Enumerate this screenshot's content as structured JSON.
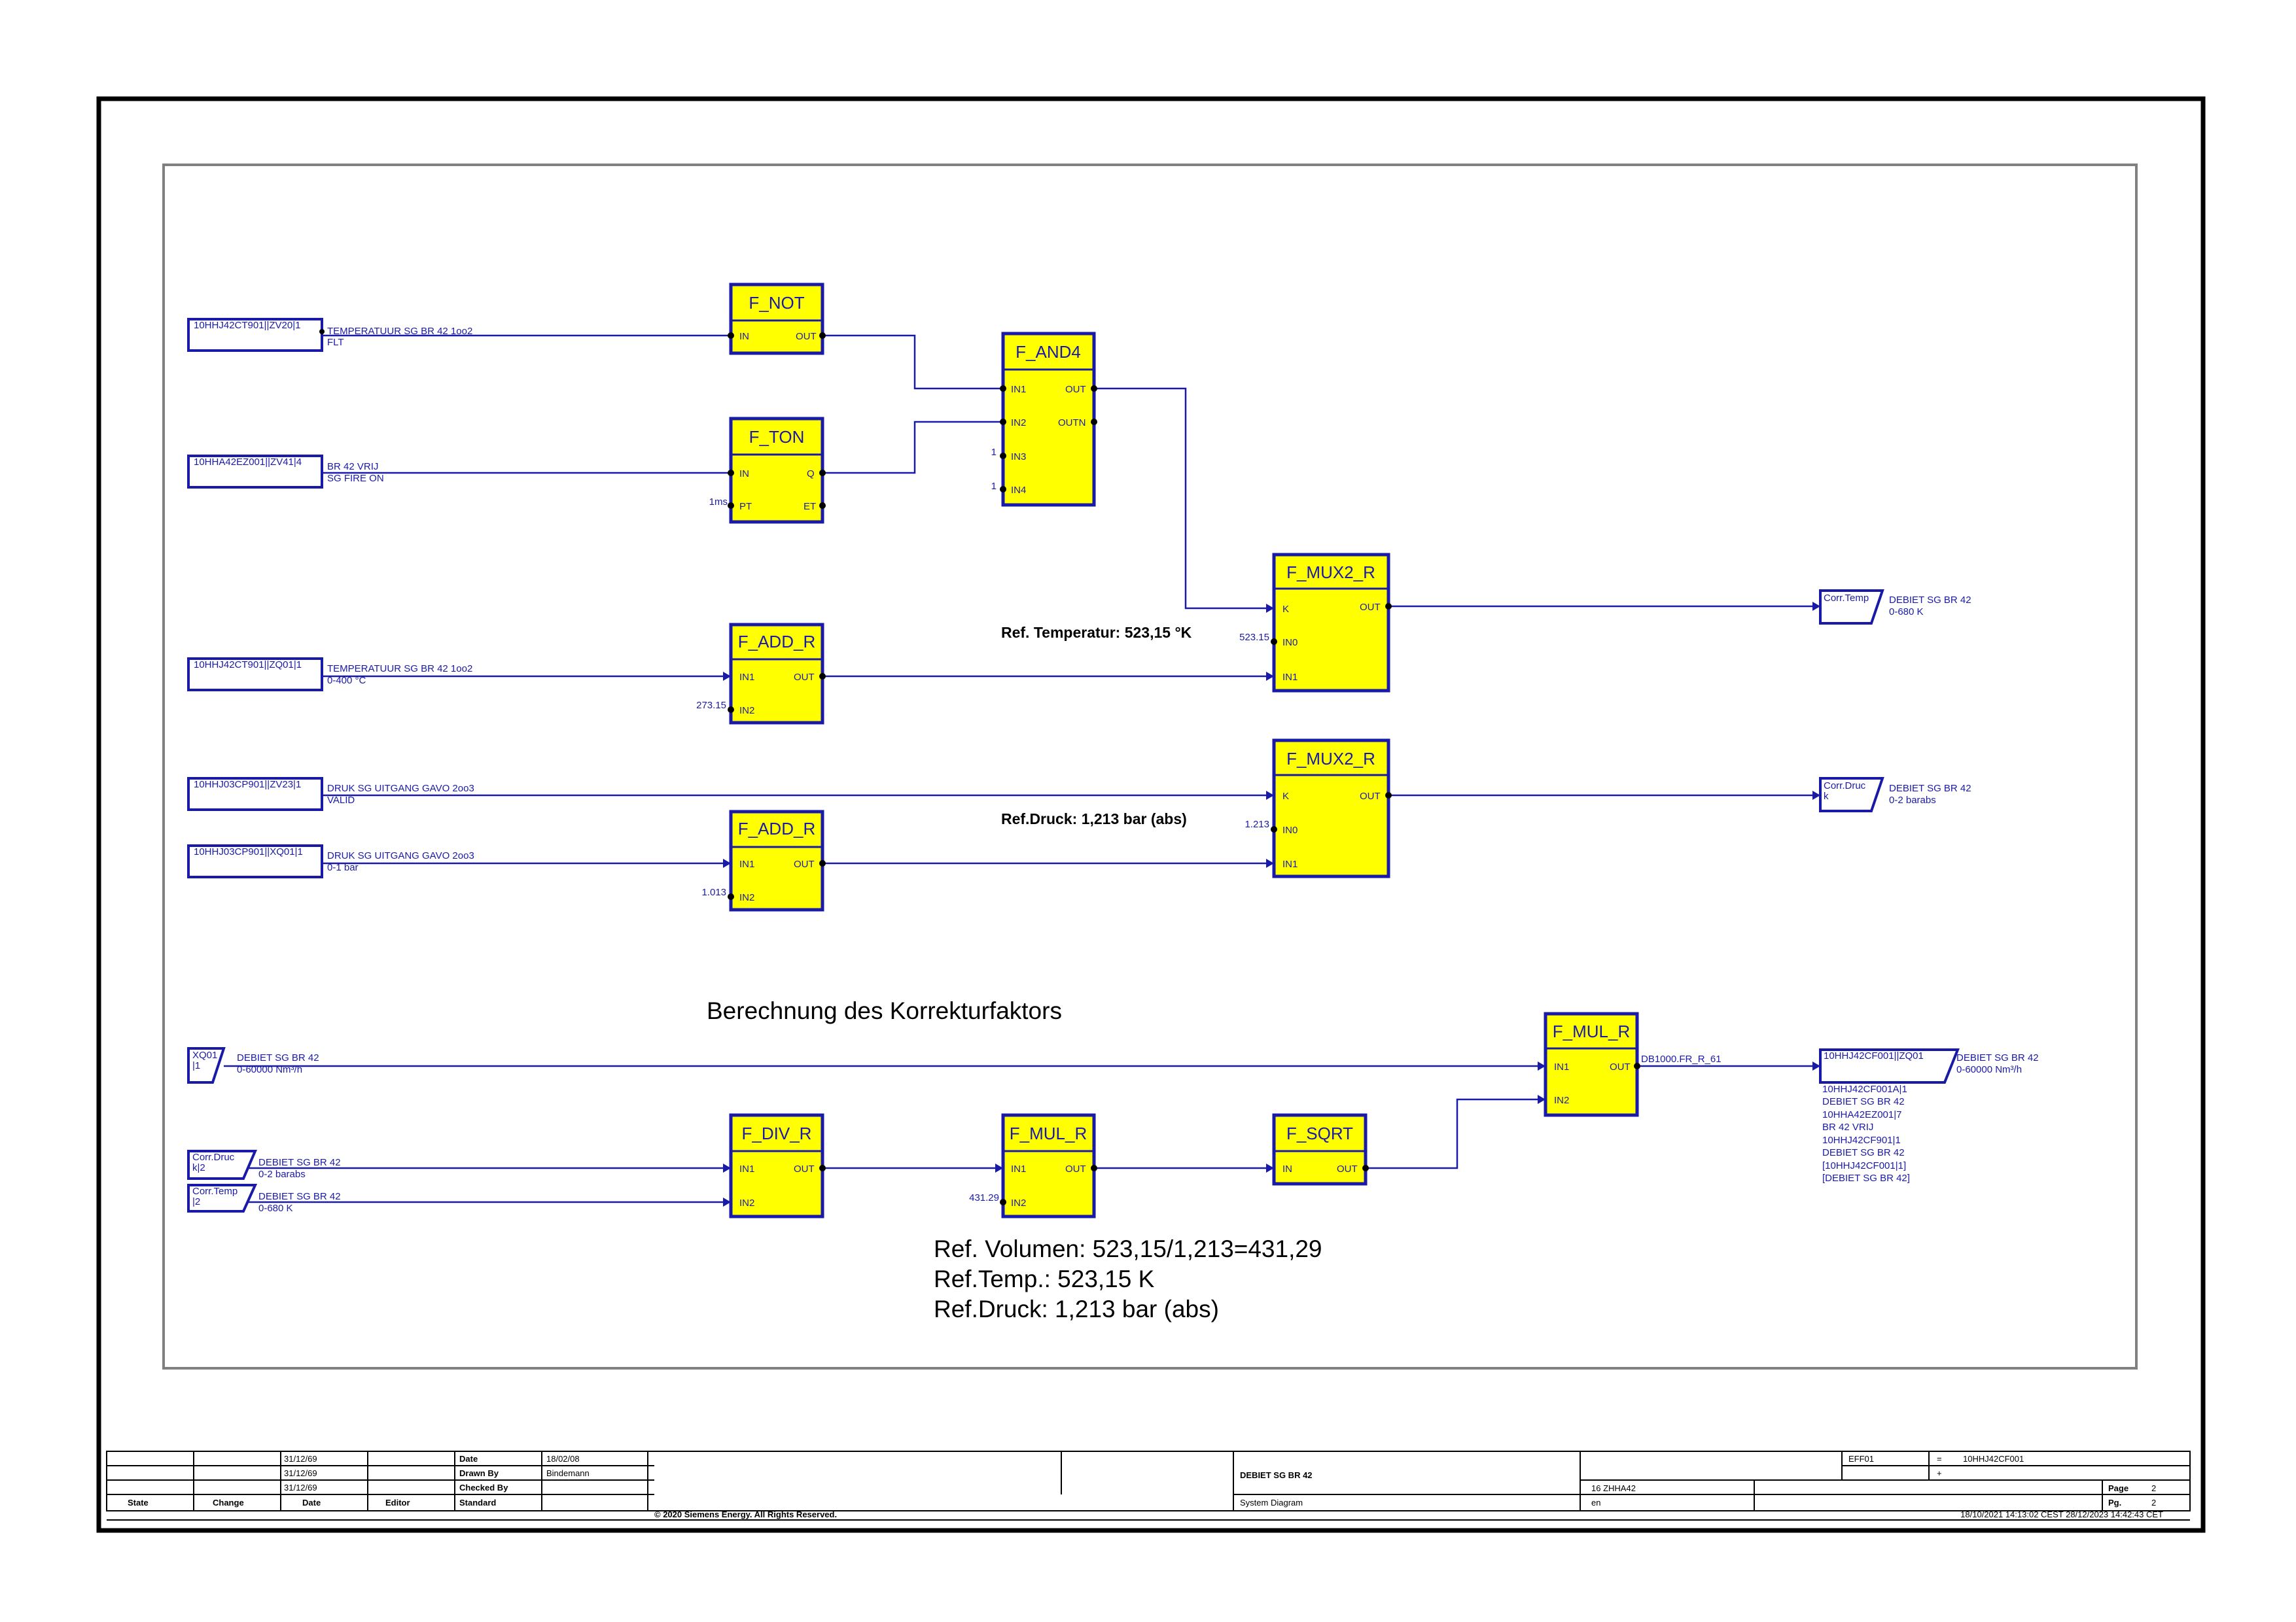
{
  "blocks": {
    "f_not": {
      "title": "F_NOT",
      "in": "IN",
      "out": "OUT"
    },
    "f_ton": {
      "title": "F_TON",
      "in": "IN",
      "pt": "PT",
      "q": "Q",
      "et": "ET",
      "pt_const": "1ms"
    },
    "f_and4": {
      "title": "F_AND4",
      "in1": "IN1",
      "in2": "IN2",
      "in3": "IN3",
      "in4": "IN4",
      "out": "OUT",
      "outn": "OUTN",
      "in3_const": "1",
      "in4_const": "1"
    },
    "f_mux2_temp": {
      "title": "F_MUX2_R",
      "k": "K",
      "in0": "IN0",
      "in1": "IN1",
      "out": "OUT",
      "in0_const": "523.15"
    },
    "f_add_temp": {
      "title": "F_ADD_R",
      "in1": "IN1",
      "in2": "IN2",
      "out": "OUT",
      "in2_const": "273.15"
    },
    "f_mux2_druck": {
      "title": "F_MUX2_R",
      "k": "K",
      "in0": "IN0",
      "in1": "IN1",
      "out": "OUT",
      "in0_const": "1.213"
    },
    "f_add_druck": {
      "title": "F_ADD_R",
      "in1": "IN1",
      "in2": "IN2",
      "out": "OUT",
      "in2_const": "1.013"
    },
    "f_mul_final": {
      "title": "F_MUL_R",
      "in1": "IN1",
      "in2": "IN2",
      "out": "OUT",
      "out_label": "DB1000.FR_R_61"
    },
    "f_div": {
      "title": "F_DIV_R",
      "in1": "IN1",
      "in2": "IN2",
      "out": "OUT"
    },
    "f_mul_mid": {
      "title": "F_MUL_R",
      "in1": "IN1",
      "in2": "IN2",
      "out": "OUT",
      "in2_const": "431.29"
    },
    "f_sqrt": {
      "title": "F_SQRT",
      "in": "IN",
      "out": "OUT"
    }
  },
  "inputs": {
    "ct901_zv20": {
      "tag": "10HHJ42CT901||ZV20|1",
      "line1": "TEMPERATUUR SG BR 42 1oo2",
      "line2": "FLT"
    },
    "ez001_zv41": {
      "tag": "10HHA42EZ001||ZV41|4",
      "line1": "BR 42 VRIJ",
      "line2": "SG FIRE ON"
    },
    "ct901_zq01": {
      "tag": "10HHJ42CT901||ZQ01|1",
      "line1": "TEMPERATUUR SG BR 42 1oo2",
      "line2": "0-400 °C"
    },
    "cp901_zv23": {
      "tag": "10HHJ03CP901||ZV23|1",
      "line1": "DRUK SG UITGANG GAVO 2oo3",
      "line2": "VALID"
    },
    "cp901_xq01": {
      "tag": "10HHJ03CP901||XQ01|1",
      "line1": "DRUK SG UITGANG GAVO 2oo3",
      "line2": "0-1 bar"
    },
    "xq01": {
      "tag1": "XQ01",
      "tag2": "|1",
      "line1": "DEBIET SG BR 42",
      "line2": "0-60000 Nm³/h"
    },
    "corr_druck_in": {
      "tag1": "Corr.Druc",
      "tag2": "k|2",
      "line1": "DEBIET SG BR 42",
      "line2": "0-2 barabs"
    },
    "corr_temp_in": {
      "tag1": "Corr.Temp",
      "tag2": "|2",
      "line1": "DEBIET SG BR 42",
      "line2": "0-680 K"
    }
  },
  "outputs": {
    "corr_temp_out": {
      "tag": "Corr.Temp",
      "line1": "DEBIET SG BR 42",
      "line2": "0-680 K"
    },
    "corr_druck_out": {
      "tag1": "Corr.Druc",
      "tag2": "k",
      "line1": "DEBIET SG BR 42",
      "line2": "0-2 barabs"
    },
    "zq01_out": {
      "tag": "10HHJ42CF001||ZQ01",
      "line1": "DEBIET SG BR 42",
      "line2": "0-60000 Nm³/h",
      "refs": [
        "10HHJ42CF001A|1",
        "DEBIET SG BR 42",
        "10HHA42EZ001|7",
        "BR 42 VRIJ",
        "10HHJ42CF901|1",
        "DEBIET SG BR 42",
        "[10HHJ42CF001|1]",
        "[DEBIET SG BR 42]"
      ]
    }
  },
  "annotations": {
    "ref_temp": "Ref. Temperatur:  523,15 °K",
    "ref_druck": "Ref.Druck:   1,213 bar (abs)",
    "section_title": "Berechnung des Korrekturfaktors",
    "note1": "Ref. Volumen: 523,15/1,213=431,29",
    "note2": "Ref.Temp.:  523,15 K",
    "note3": "Ref.Druck:   1,213 bar (abs)"
  },
  "title_block": {
    "dates": [
      "31/12/69",
      "31/12/69",
      "31/12/69"
    ],
    "headers": {
      "state": "State",
      "change": "Change",
      "date": "Date",
      "editor": "Editor"
    },
    "labels": {
      "date": "Date",
      "drawn_by": "Drawn By",
      "checked_by": "Checked By",
      "standard": "Standard"
    },
    "date_value": "18/02/08",
    "drawn_by_value": "Bindemann",
    "drawing_title": "DEBIET SG BR 42",
    "drawing_type": "System Diagram",
    "code": "16 ZHHA42",
    "lang": "en",
    "eff": "EFF01",
    "eq": "=",
    "plus": "+",
    "tag": "10HHJ42CF001",
    "page_label": "Page",
    "page_value": "2",
    "pg_label": "Pg.",
    "pg_value": "2",
    "copyright": "© 2020 Siemens Energy. All Rights Reserved.",
    "timestamp": "18/10/2021 14:13:02 CEST   28/12/2023 14:42:43 CET"
  }
}
